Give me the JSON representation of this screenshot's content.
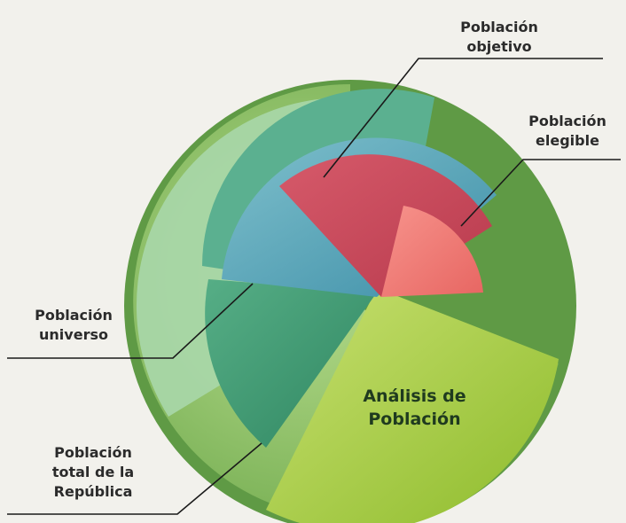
{
  "diagram": {
    "labels": {
      "poblacion_objetivo": [
        "Población",
        "objetivo"
      ],
      "poblacion_elegible": [
        "Población",
        "elegible"
      ],
      "poblacion_universo": [
        "Población",
        "universo"
      ],
      "poblacion_total": [
        "Población",
        "total de la",
        "República"
      ],
      "center": [
        "Análisis de",
        "Población"
      ]
    },
    "colors": {
      "outer_green": "#8fc46a",
      "outer_green_dark": "#5f9a45",
      "teal_green": "#3f9a72",
      "light_green": "#9fd3a8",
      "blue": "#5aa8bf",
      "red": "#cc4a5a",
      "salmon": "#f07a76",
      "lime_center": "#a9cc3c",
      "leader_line": "#1a1a1a"
    }
  }
}
